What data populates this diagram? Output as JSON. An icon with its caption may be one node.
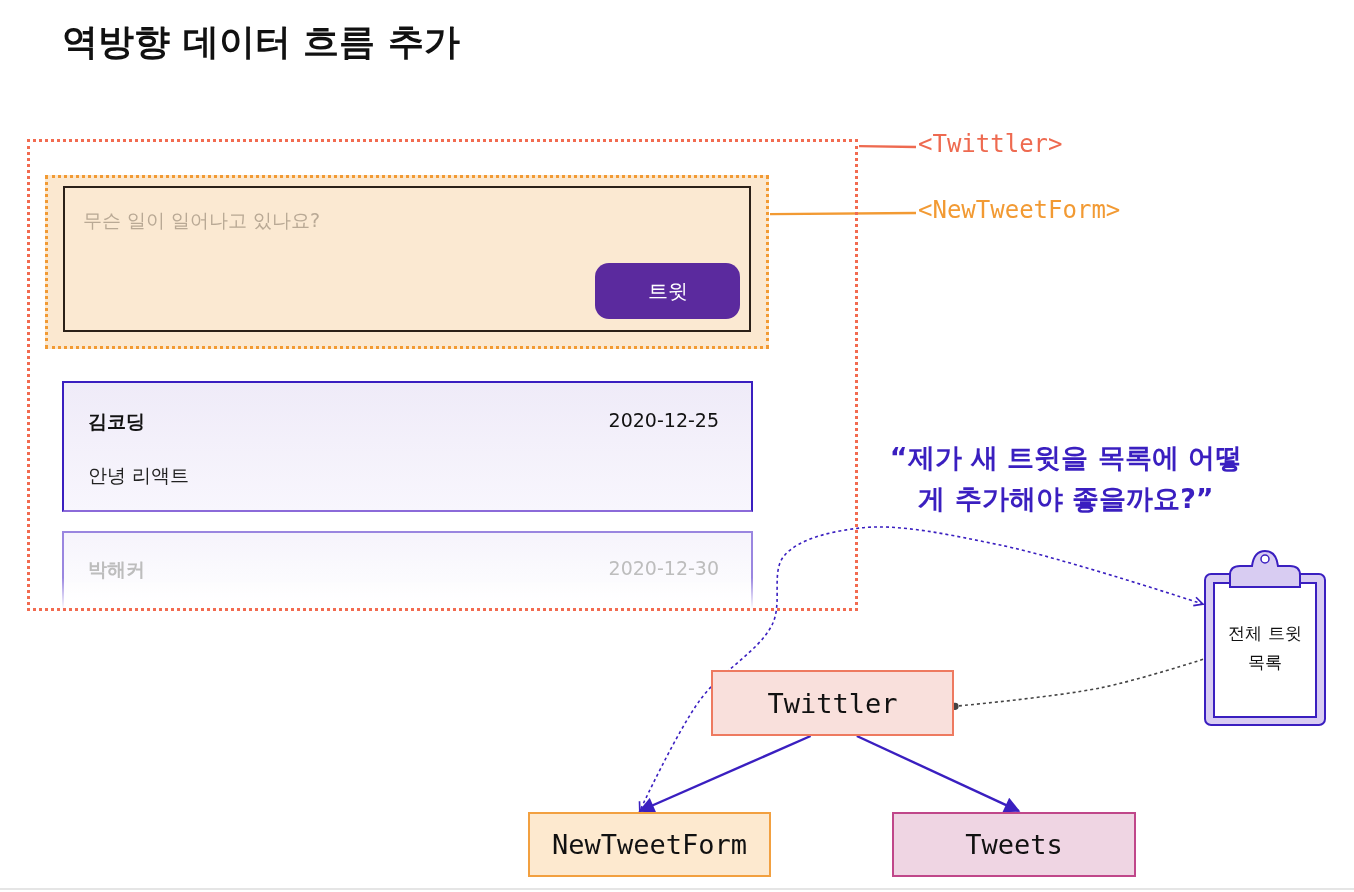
{
  "diagram": {
    "title": "역방향 데이터 흐름 추가",
    "nodes": [
      {
        "text": [],
        "shape": "box"
      },
      {
        "text": [],
        "shape": "box",
        "in": 0
      },
      {
        "text": [
          "무슨 일이 일어나고 있나요?"
        ],
        "in": 1
      },
      {
        "text": [
          "트윗"
        ],
        "in": 2
      },
      {
        "text": [
          "김코딩",
          "2020-12-25",
          "안녕 리액트"
        ],
        "in": 0
      },
      {
        "text": [
          "박해커",
          "2020-12-30"
        ],
        "in": 0
      },
      {
        "text": [
          "<Twittler>"
        ]
      },
      {
        "text": [
          "<NewTweetForm>"
        ]
      },
      {
        "text": [
          "Twittler"
        ]
      },
      {
        "text": [
          "NewTweetForm"
        ]
      },
      {
        "text": [
          "Tweets"
        ]
      },
      {
        "text": [
          "전체 트윗 목록"
        ]
      }
    ],
    "edges": [
      {
        "from": 6,
        "to": 0,
        "arrow": "none",
        "color": "#ee6a50"
      },
      {
        "from": 7,
        "to": 1,
        "arrow": "none",
        "color": "#f29a33"
      },
      {
        "from": 8,
        "to": 9,
        "arrow": "to",
        "color": "#3a1fc0"
      },
      {
        "from": 8,
        "to": 10,
        "arrow": "to",
        "color": "#3a1fc0"
      },
      {
        "from": 11,
        "to": 9,
        "arrow": "both",
        "style": "dashed",
        "color": "#3a1fc0"
      },
      {
        "from": 11,
        "to": 8,
        "arrow": "other",
        "style": "dashed",
        "color": "#444444"
      }
    ],
    "labels": [
      "“제가 새 트윗을 목록에 어떻게 추가해야 좋을까요?”"
    ]
  }
}
